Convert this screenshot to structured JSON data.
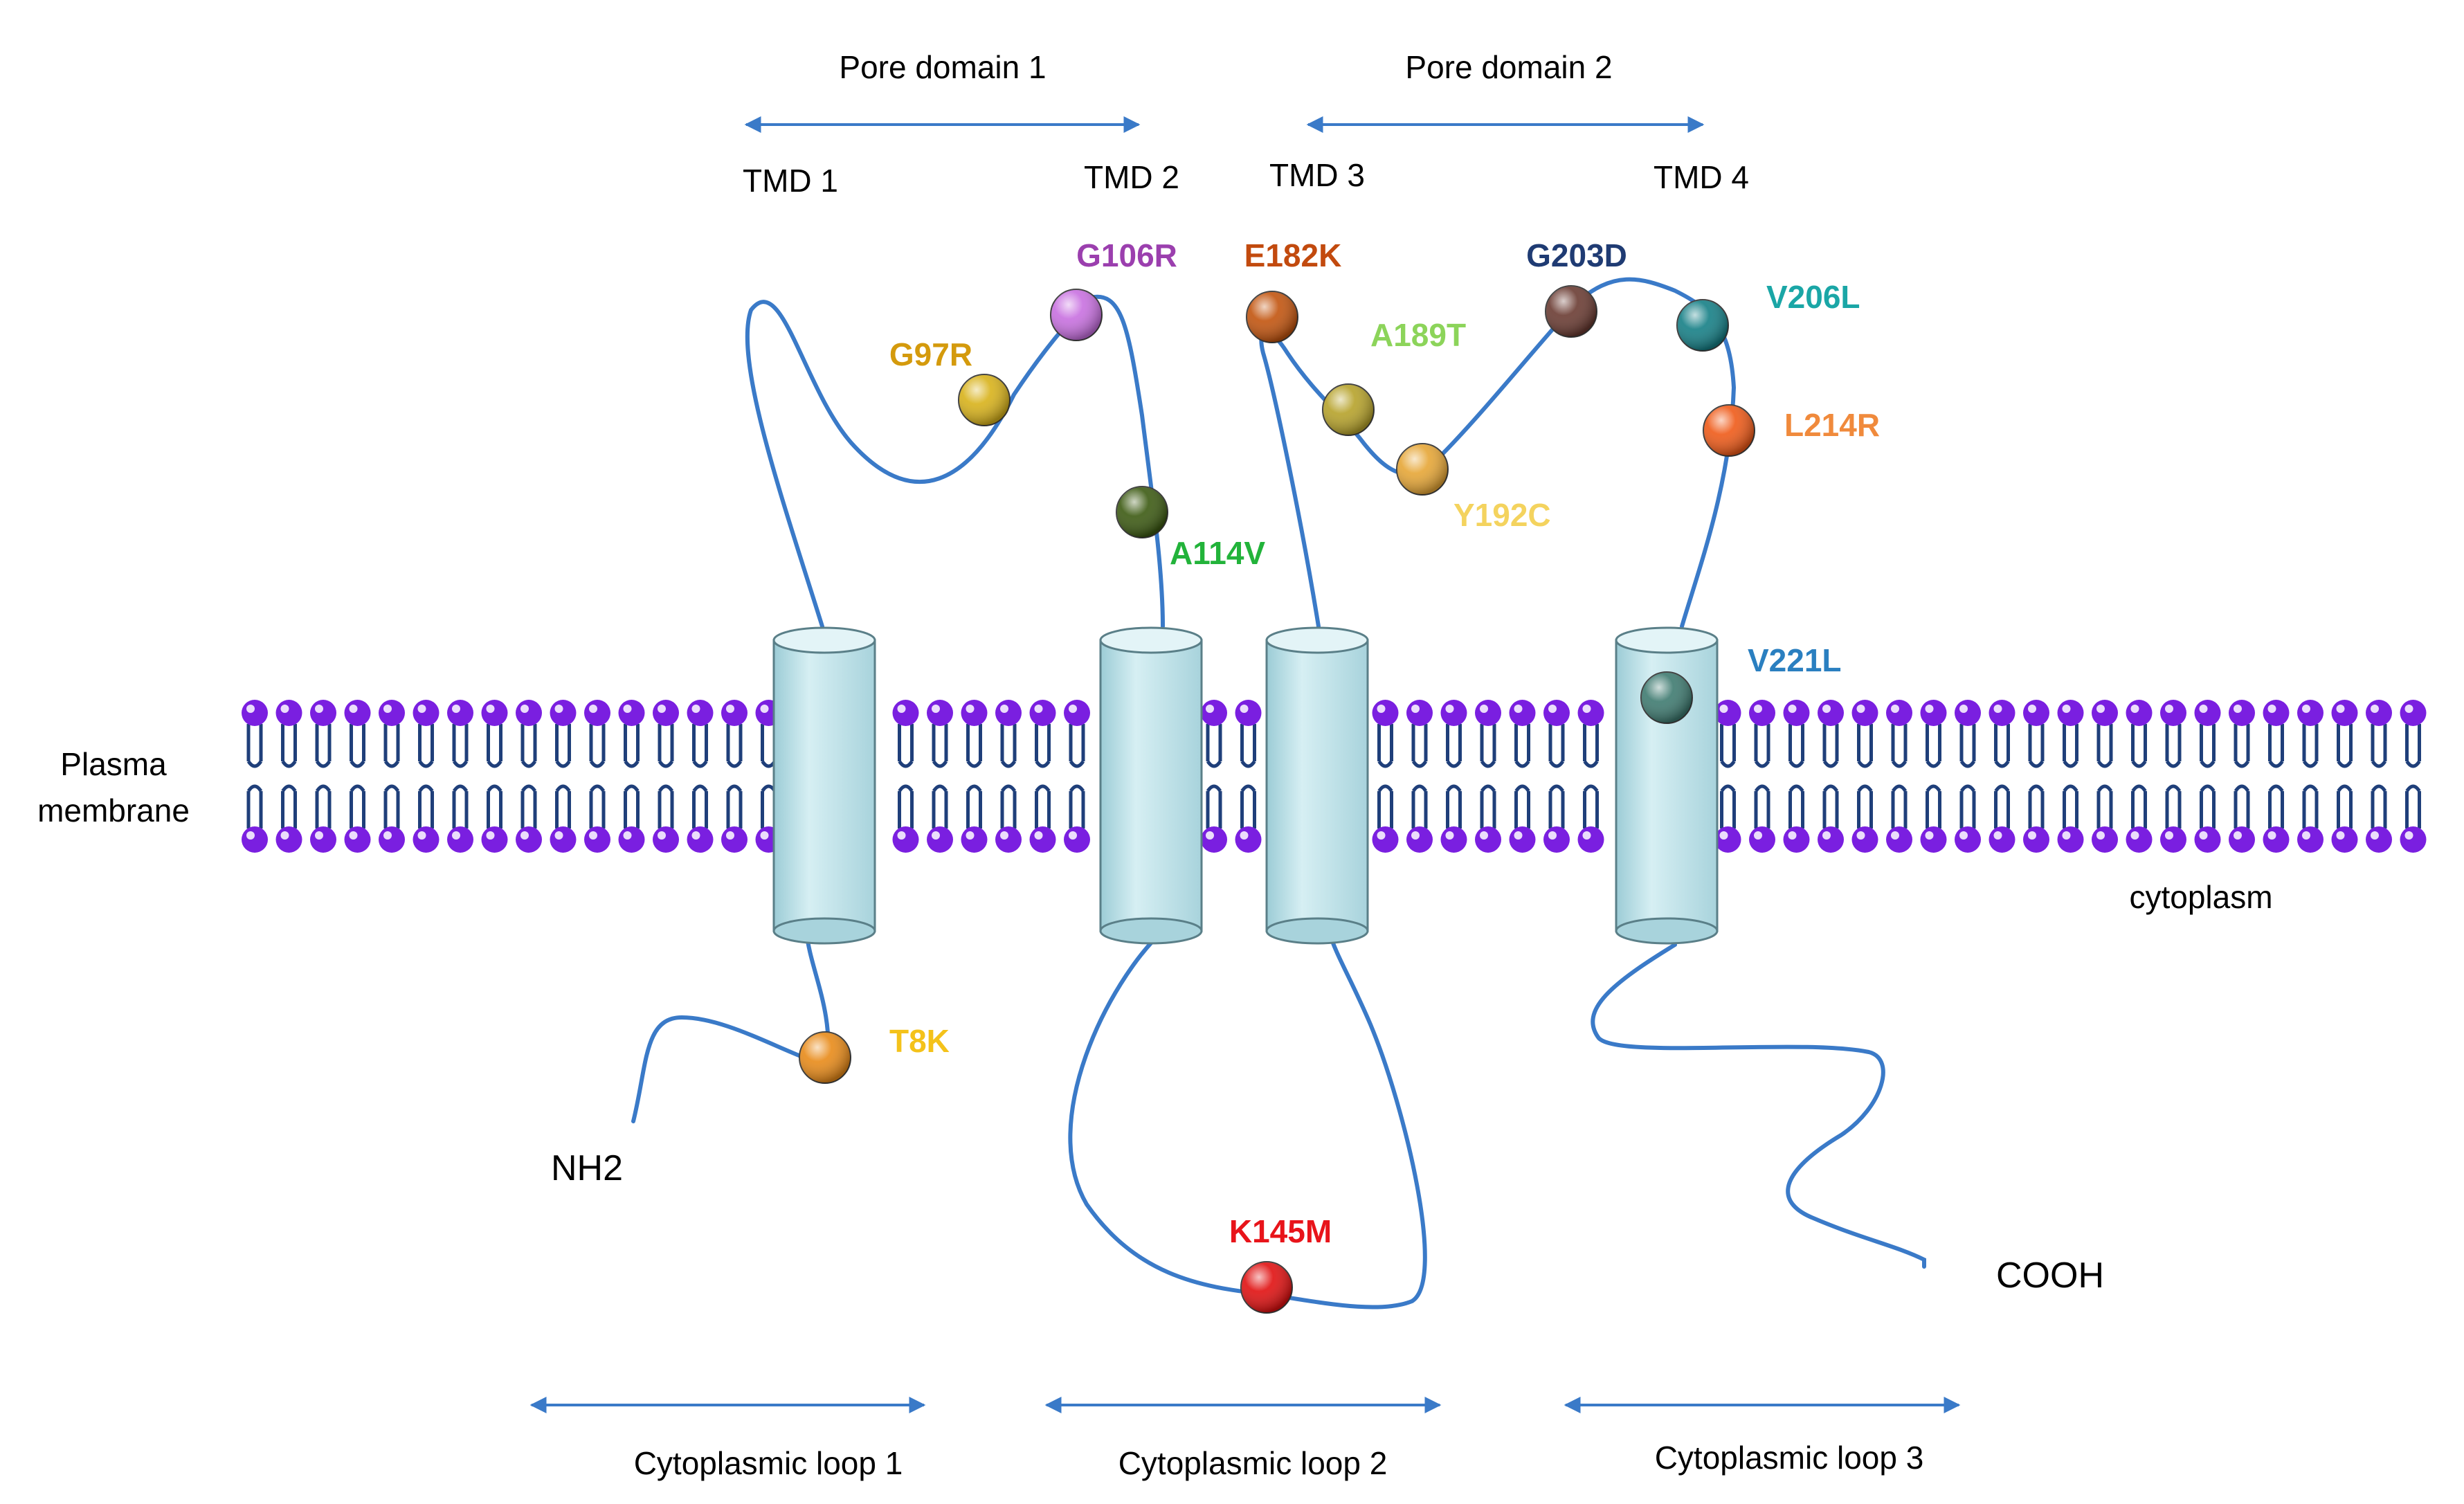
{
  "header": {
    "pore_domains": [
      {
        "label": "Pore domain 1"
      },
      {
        "label": "Pore domain 2"
      }
    ],
    "tmds": [
      {
        "label": "TMD 1"
      },
      {
        "label": "TMD 2"
      },
      {
        "label": "TMD 3"
      },
      {
        "label": "TMD 4"
      }
    ]
  },
  "membrane": {
    "label_line1": "Plasma",
    "label_line2": "membrane",
    "cytoplasm_label": "cytoplasm",
    "head_color": "#7a1fe0",
    "tail_color": "#1f3f7a",
    "cylinder_color": "#bfe3ea"
  },
  "termini": {
    "n_terminus": "NH2",
    "c_terminus": "COOH"
  },
  "loops": [
    {
      "label": "Cytoplasmic loop 1"
    },
    {
      "label": "Cytoplasmic loop 2"
    },
    {
      "label": "Cytoplasmic loop 3"
    }
  ],
  "mutations": [
    {
      "id": "G106R",
      "label": "G106R",
      "color": "#9b3fae",
      "ball": "#c870e0"
    },
    {
      "id": "G97R",
      "label": "G97R",
      "color": "#d49a0c",
      "ball": "#d8b21a"
    },
    {
      "id": "A114V",
      "label": "A114V",
      "color": "#22b33a",
      "ball": "#3c5a12"
    },
    {
      "id": "E182K",
      "label": "E182K",
      "color": "#c24a0e",
      "ball": "#c2540e"
    },
    {
      "id": "A189T",
      "label": "A189T",
      "color": "#8cd45a",
      "ball": "#b6a22a"
    },
    {
      "id": "Y192C",
      "label": "Y192C",
      "color": "#f4d35e",
      "ball": "#e6a636"
    },
    {
      "id": "G203D",
      "label": "G203D",
      "color": "#1f3b73",
      "ball": "#6a3b32"
    },
    {
      "id": "V206L",
      "label": "V206L",
      "color": "#1aa6a6",
      "ball": "#157f86"
    },
    {
      "id": "L214R",
      "label": "L214R",
      "color": "#f08a3c",
      "ball": "#ef5a18"
    },
    {
      "id": "V221L",
      "label": "V221L",
      "color": "#2a7fc0",
      "ball": "#3e7a70"
    },
    {
      "id": "T8K",
      "label": "T8K",
      "color": "#f4c21a",
      "ball": "#e88a18"
    },
    {
      "id": "K145M",
      "label": "K145M",
      "color": "#e8141a",
      "ball": "#e01010"
    }
  ],
  "colors": {
    "chain": "#3a7ac8",
    "arrow": "#3a7ac8"
  }
}
